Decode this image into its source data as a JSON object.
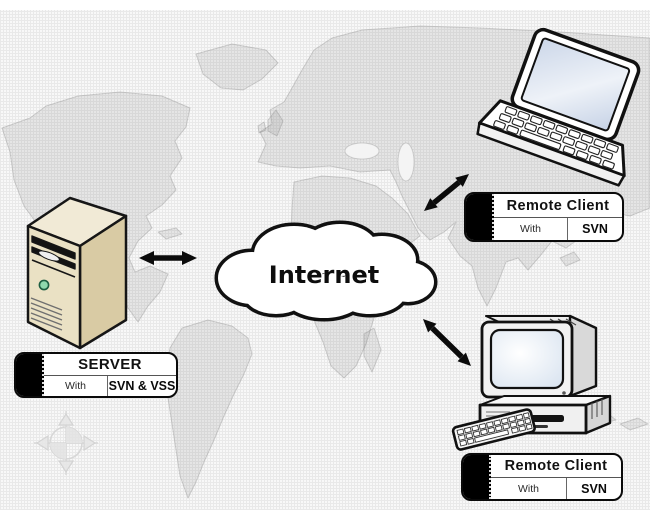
{
  "diagram": {
    "cloud": {
      "label": "Internet"
    },
    "server": {
      "title": "SERVER",
      "qualifier": "With",
      "tech": "SVN & VSS"
    },
    "remote_client_top": {
      "title": "Remote Client",
      "qualifier": "With",
      "tech": "SVN"
    },
    "remote_client_bottom": {
      "title": "Remote Client",
      "qualifier": "With",
      "tech": "SVN"
    },
    "icons": {
      "server": "server-tower-icon",
      "internet": "cloud-icon",
      "client_top": "laptop-icon",
      "client_bottom": "desktop-computer-icon",
      "background": "world-map-icon",
      "compass": "compass-rose-icon"
    },
    "colors": {
      "arrow": "#0b0b0b",
      "badge_tab": "#000000",
      "cloud_fill": "#ffffff",
      "cloud_outline": "#111111",
      "server_body": "#eae1c4",
      "map_land": "#e2e2e2",
      "screen_tint": "#d5dfee",
      "power_led": "#8fd9ad"
    }
  }
}
